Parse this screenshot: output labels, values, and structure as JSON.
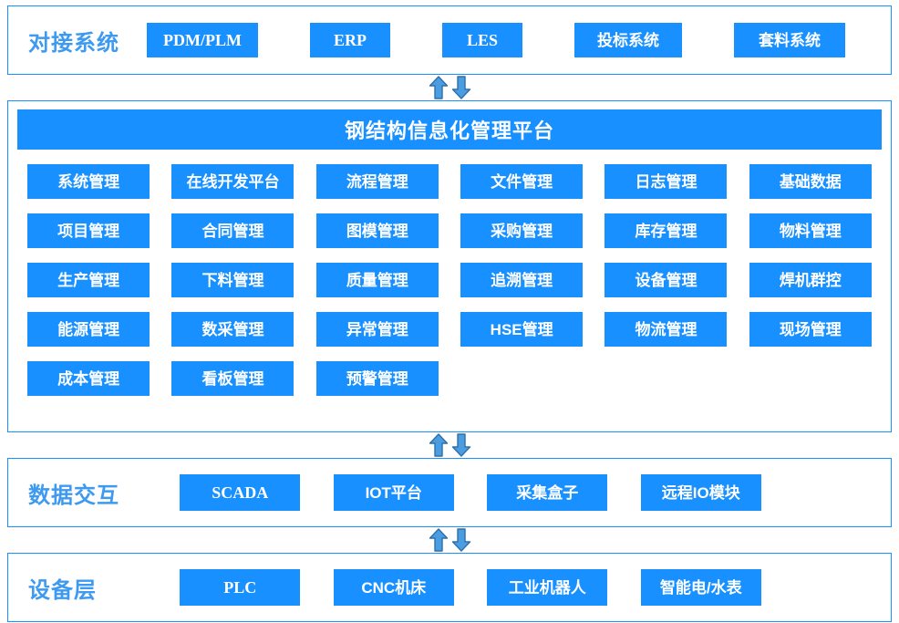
{
  "colors": {
    "accent": "#1890ff",
    "label_text": "#3d9af0",
    "border": "#1890ff",
    "chip_text": "#ffffff",
    "arrow_fill": "#4a9de0",
    "arrow_stroke": "#2f6fa8",
    "background": "#ffffff"
  },
  "interface_layer": {
    "label": "对接系统",
    "systems": [
      {
        "name": "PDM/PLM",
        "latin": true,
        "width": 122
      },
      {
        "name": "ERP",
        "latin": true,
        "width": 88
      },
      {
        "name": "LES",
        "latin": true,
        "width": 88
      },
      {
        "name": "投标系统",
        "latin": false,
        "width": 118
      },
      {
        "name": "套料系统",
        "latin": false,
        "width": 122
      }
    ]
  },
  "connectors": [
    {
      "name": "interface-to-platform",
      "up": "↑",
      "down": "↓"
    },
    {
      "name": "platform-to-data",
      "up": "↑",
      "down": "↓"
    },
    {
      "name": "data-to-device",
      "up": "↑",
      "down": "↓"
    }
  ],
  "platform": {
    "title": "钢结构信息化管理平台",
    "modules": [
      "系统管理",
      "在线开发平台",
      "流程管理",
      "文件管理",
      "日志管理",
      "基础数据",
      "项目管理",
      "合同管理",
      "图模管理",
      "采购管理",
      "库存管理",
      "物料管理",
      "生产管理",
      "下料管理",
      "质量管理",
      "追溯管理",
      "设备管理",
      "焊机群控",
      "能源管理",
      "数采管理",
      "异常管理",
      "HSE管理",
      "物流管理",
      "现场管理",
      "成本管理",
      "看板管理",
      "预警管理"
    ],
    "columns": 6,
    "rows": 5
  },
  "data_exchange": {
    "label": "数据交互",
    "items": [
      {
        "name": "SCADA",
        "latin": true
      },
      {
        "name": "IOT平台",
        "latin": false
      },
      {
        "name": "采集盒子",
        "latin": false
      },
      {
        "name": "远程IO模块",
        "latin": false
      }
    ]
  },
  "device_layer": {
    "label": "设备层",
    "items": [
      {
        "name": "PLC",
        "latin": true
      },
      {
        "name": "CNC机床",
        "latin": false
      },
      {
        "name": "工业机器人",
        "latin": false
      },
      {
        "name": "智能电/水表",
        "latin": false
      }
    ]
  }
}
